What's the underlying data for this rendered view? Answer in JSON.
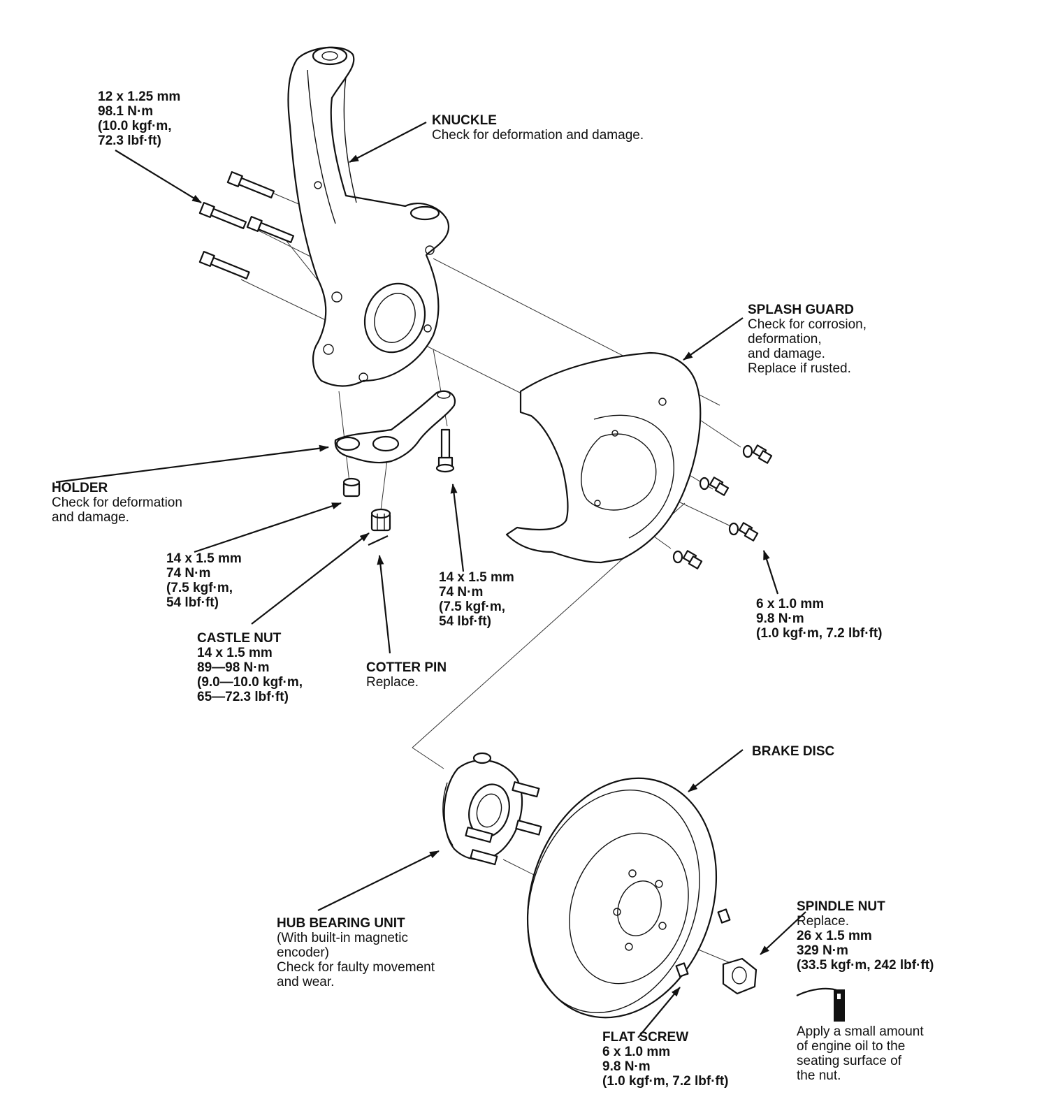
{
  "labels": {
    "knuckle_bolt": {
      "lines": [
        "12 x 1.25 mm",
        "98.1 N·m",
        "(10.0 kgf·m,",
        "72.3 lbf·ft)"
      ]
    },
    "knuckle": {
      "title": "KNUCKLE",
      "lines": [
        "Check for deformation and damage."
      ]
    },
    "splash_guard": {
      "title": "SPLASH GUARD",
      "lines": [
        "Check for corrosion,",
        "deformation,",
        "and damage.",
        "Replace if rusted."
      ]
    },
    "holder": {
      "title": "HOLDER",
      "lines": [
        "Check for deformation",
        "and damage."
      ]
    },
    "holder_nut": {
      "lines": [
        "14 x 1.5 mm",
        "74 N·m",
        "(7.5 kgf·m,",
        "54 lbf·ft)"
      ]
    },
    "holder_bolt": {
      "lines": [
        "14 x 1.5 mm",
        "74 N·m",
        "(7.5 kgf·m,",
        "54 lbf·ft)"
      ]
    },
    "splash_bolt": {
      "lines": [
        "6 x 1.0 mm",
        "9.8 N·m",
        "(1.0 kgf·m, 7.2 lbf·ft)"
      ]
    },
    "castle_nut": {
      "title": "CASTLE NUT",
      "lines": [
        "14 x 1.5 mm",
        "89—98 N·m",
        "(9.0—10.0 kgf·m,",
        "65—72.3 lbf·ft)"
      ]
    },
    "cotter_pin": {
      "title": "COTTER PIN",
      "lines": [
        "Replace."
      ]
    },
    "brake_disc": {
      "title": "BRAKE DISC"
    },
    "hub_bearing": {
      "title": "HUB BEARING UNIT",
      "lines": [
        "(With built-in magnetic",
        "encoder)",
        "Check for faulty movement",
        "and wear."
      ]
    },
    "spindle_nut": {
      "title": "SPINDLE NUT",
      "note": "Replace.",
      "lines": [
        "26 x 1.5 mm",
        "329 N·m",
        "(33.5 kgf·m, 242 lbf·ft)"
      ]
    },
    "oil_note": {
      "lines": [
        "Apply a small amount",
        "of engine oil to the",
        "seating surface of",
        "the nut."
      ]
    },
    "flat_screw": {
      "title": "FLAT SCREW",
      "lines": [
        "6 x 1.0 mm",
        "9.8 N·m",
        "(1.0 kgf·m, 7.2 lbf·ft)"
      ]
    }
  }
}
